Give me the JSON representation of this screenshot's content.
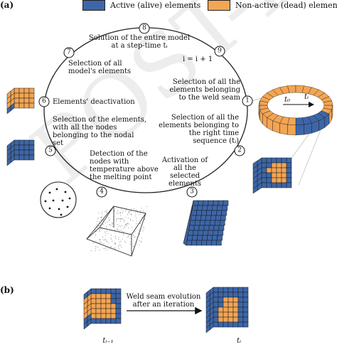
{
  "panel_a": "(a)",
  "panel_b": "(b)",
  "legend": {
    "active": {
      "label": "Active (alive) elements",
      "color": "#3d66a8"
    },
    "inactive": {
      "label": "Non-active (dead) elements",
      "color": "#f3a553"
    }
  },
  "colors": {
    "active": "#3d66a8",
    "inactive": "#f3a553",
    "grid": "#1a1a1a"
  },
  "nodes": [
    "1",
    "2",
    "3",
    "4",
    "5",
    "6",
    "7",
    "8",
    "9"
  ],
  "steps": {
    "s8": [
      "Solution of the entire model",
      "at a step-time tᵢ"
    ],
    "s9": [
      "i = i + 1"
    ],
    "s7": [
      "Selection of all",
      "model's elements"
    ],
    "s1": [
      "Selection of all the",
      "elements belonging",
      "to the weld seam"
    ],
    "s6": [
      "Elements' deactivation"
    ],
    "s5": [
      "Selection of the elements,",
      "with all the nodes",
      "belonging to the nodal",
      "set"
    ],
    "s2": [
      "Selection of all the",
      "elements belonging to",
      "the right time",
      "sequence (tᵢ)"
    ],
    "s4": [
      "Detection of the",
      "nodes with",
      "temperature above",
      "the melting point"
    ],
    "s3": [
      "Activation of",
      "all the",
      "selected",
      "elements"
    ]
  },
  "ring_labels": {
    "t0": "t₀",
    "ti": "tᵢ"
  },
  "panel_b_text": {
    "caption": [
      "Weld seam evolution",
      "after an iteration"
    ],
    "left_time": "tᵢ₋₁",
    "right_time": "tᵢ"
  },
  "watermark": "POST-PRINT"
}
